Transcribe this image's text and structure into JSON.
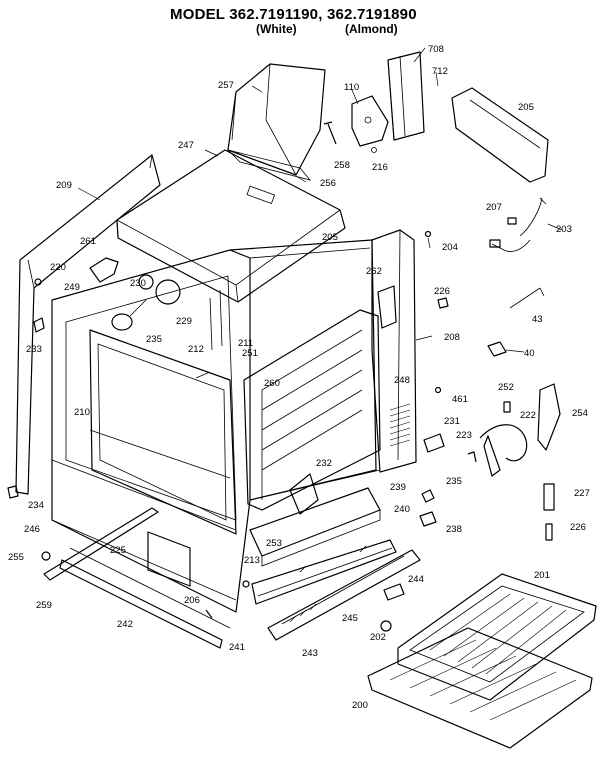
{
  "header": {
    "model_title": "MODEL 362.7191190, 362.7191890",
    "color_white": "(White)",
    "color_almond": "(Almond)"
  },
  "part_labels": [
    "708",
    "712",
    "110",
    "257",
    "205",
    "247",
    "258",
    "216",
    "209",
    "256",
    "207",
    "203",
    "261",
    "205",
    "204",
    "220",
    "230",
    "262",
    "249",
    "226",
    "229",
    "43",
    "233",
    "235",
    "208",
    "211",
    "212",
    "251",
    "40",
    "260",
    "248",
    "461",
    "252",
    "210",
    "231",
    "222",
    "223",
    "254",
    "232",
    "239",
    "235",
    "227",
    "234",
    "246",
    "240",
    "238",
    "226",
    "255",
    "225",
    "213",
    "253",
    "259",
    "206",
    "244",
    "201",
    "242",
    "245",
    "241",
    "202",
    "243",
    "200"
  ]
}
